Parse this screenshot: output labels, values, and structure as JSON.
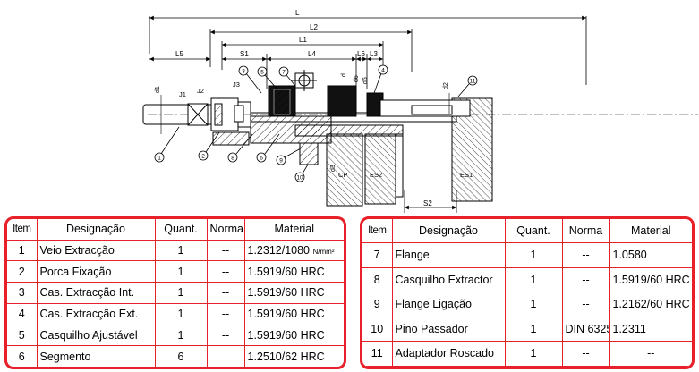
{
  "drawing": {
    "dimensions": [
      "L",
      "L2",
      "L1",
      "L5",
      "S1",
      "L4",
      "L6",
      "L3",
      "S2"
    ],
    "diameters": [
      "d1",
      "d",
      "d6",
      "d5",
      "d2",
      "d3"
    ],
    "labels": [
      "J1",
      "J2",
      "J3",
      "CP",
      "ES2",
      "ES1"
    ],
    "balloons": [
      "1",
      "2",
      "3",
      "4",
      "5",
      "6",
      "7",
      "8",
      "9",
      "10",
      "11"
    ]
  },
  "table_left": {
    "headers": {
      "item": "Item",
      "designacao": "Designação",
      "quant": "Quant.",
      "norma": "Norma",
      "material": "Material"
    },
    "rows": [
      {
        "item": "1",
        "designacao": "Veio Extracção",
        "quant": "1",
        "norma": "--",
        "material": "1.2312/1080",
        "material_unit": "N/mm²"
      },
      {
        "item": "2",
        "designacao": "Porca Fixação",
        "quant": "1",
        "norma": "--",
        "material": "1.5919/60 HRC",
        "material_unit": ""
      },
      {
        "item": "3",
        "designacao": "Cas. Extracção Int.",
        "quant": "1",
        "norma": "--",
        "material": "1.5919/60 HRC",
        "material_unit": ""
      },
      {
        "item": "4",
        "designacao": "Cas. Extracção Ext.",
        "quant": "1",
        "norma": "--",
        "material": "1.5919/60 HRC",
        "material_unit": ""
      },
      {
        "item": "5",
        "designacao": "Casquilho Ajustável",
        "quant": "1",
        "norma": "--",
        "material": "1.5919/60 HRC",
        "material_unit": ""
      },
      {
        "item": "6",
        "designacao": "Segmento",
        "quant": "6",
        "norma": "",
        "material": "1.2510/62 HRC",
        "material_unit": ""
      }
    ]
  },
  "table_right": {
    "headers": {
      "item": "Item",
      "designacao": "Designação",
      "quant": "Quant.",
      "norma": "Norma",
      "material": "Material"
    },
    "rows": [
      {
        "item": "7",
        "designacao": "Flange",
        "quant": "1",
        "norma": "--",
        "material": "1.0580"
      },
      {
        "item": "8",
        "designacao": "Casquilho Extractor",
        "quant": "1",
        "norma": "--",
        "material": "1.5919/60 HRC"
      },
      {
        "item": "9",
        "designacao": "Flange Ligação",
        "quant": "1",
        "norma": "--",
        "material": "1.2162/60 HRC"
      },
      {
        "item": "10",
        "designacao": "Pino Passador",
        "quant": "1",
        "norma": "DIN 6325",
        "material": "1.2311"
      },
      {
        "item": "11",
        "designacao": "Adaptador  Roscado",
        "quant": "1",
        "norma": "--",
        "material": "--"
      },
      {
        "item": "",
        "designacao": "",
        "quant": "",
        "norma": "",
        "material": ""
      }
    ]
  }
}
